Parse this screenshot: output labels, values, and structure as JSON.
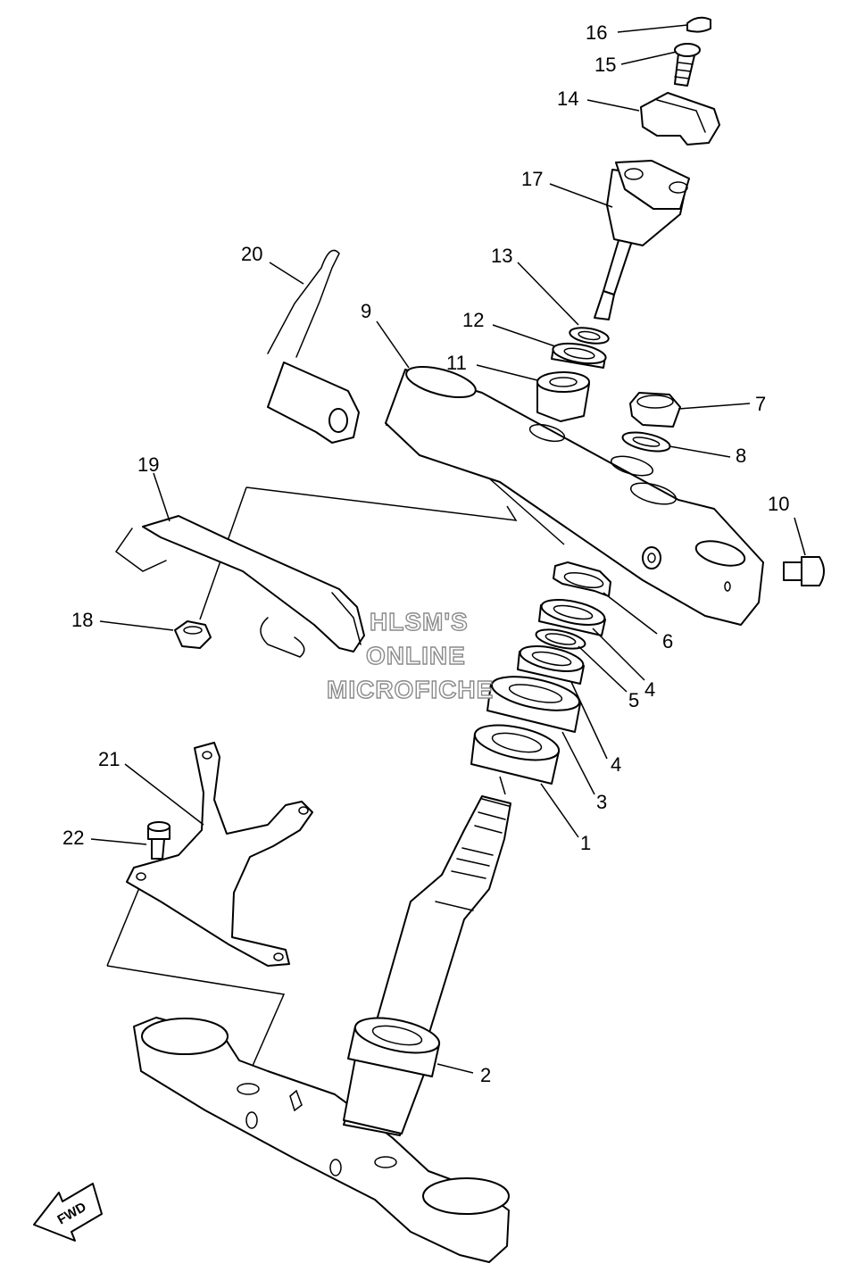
{
  "diagram": {
    "callouts": [
      "1",
      "2",
      "3",
      "4",
      "5",
      "4",
      "6",
      "7",
      "8",
      "9",
      "10",
      "11",
      "12",
      "13",
      "14",
      "15",
      "16",
      "17",
      "18",
      "19",
      "20",
      "21",
      "22"
    ],
    "watermark": {
      "line1": "HLSM'S",
      "line2": "ONLINE",
      "line3": "MICROFICHE"
    },
    "direction_label": "FWD"
  }
}
